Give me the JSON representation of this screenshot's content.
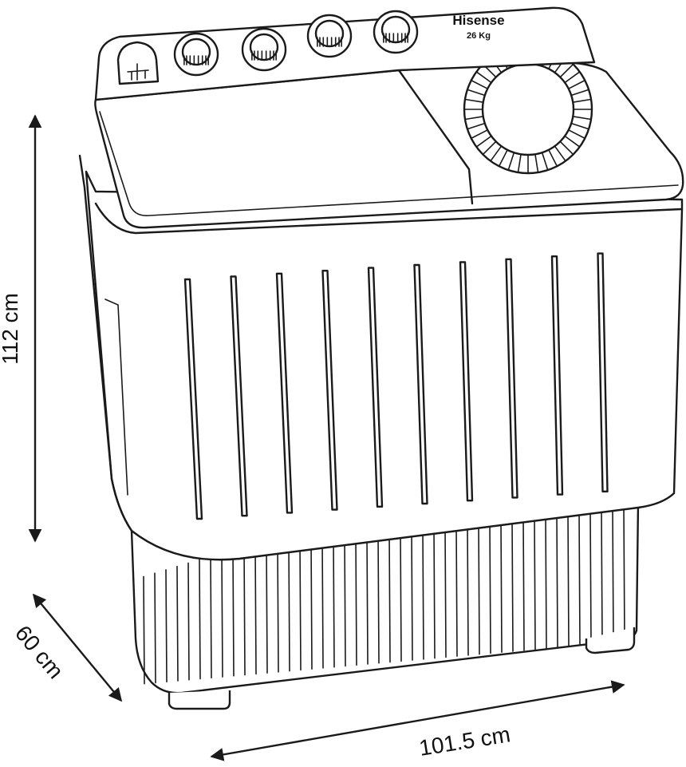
{
  "brand": {
    "name": "Hisense",
    "capacity": "26 Kg"
  },
  "dimensions": {
    "height": "112 cm",
    "depth": "60 cm",
    "width": "101.5 cm"
  },
  "colors": {
    "line": "#1a1a1a",
    "background": "#ffffff"
  }
}
